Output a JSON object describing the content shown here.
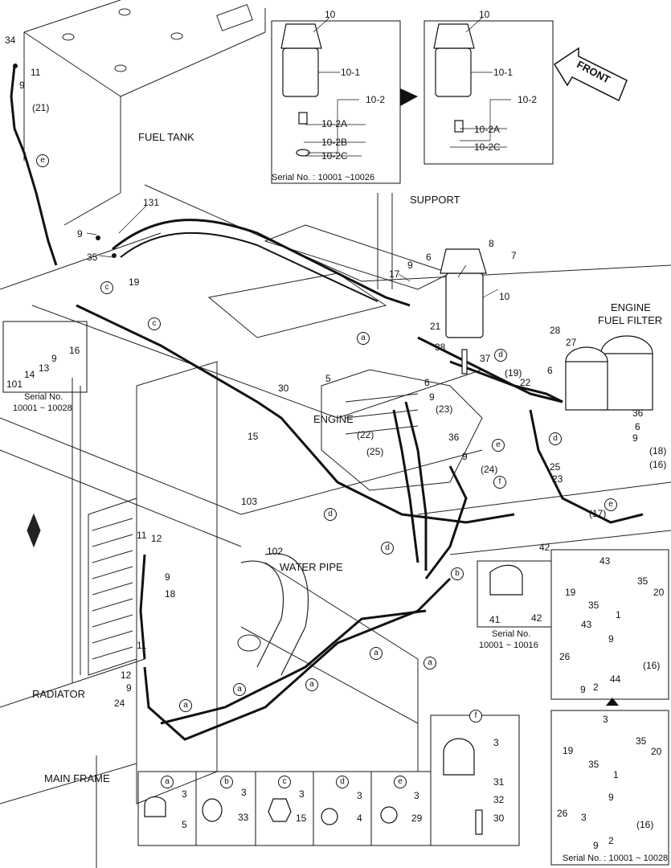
{
  "diagram": {
    "sections": {
      "fuel_tank": "FUEL TANK",
      "support": "SUPPORT",
      "engine": "ENGINE",
      "engine_fuel_filter_1": "ENGINE",
      "engine_fuel_filter_2": "FUEL FILTER",
      "water_pipe": "WATER PIPE",
      "radiator": "RADIATOR",
      "main_frame": "MAIN FRAME",
      "front": "FRONT"
    },
    "serials": {
      "top_left": "Serial No. : 10001 ~10026",
      "left_inset_1": "Serial No.",
      "left_inset_2": "10001 ~ 10028",
      "mid_inset_1": "Serial No.",
      "mid_inset_2": "10001 ~ 10016",
      "bottom_right": "Serial No. : 10001 ~ 10028"
    },
    "clamp_letters": [
      "a",
      "b",
      "c",
      "d",
      "e",
      "f"
    ],
    "labels": {
      "l10a": "10",
      "l10_1a": "10-1",
      "l10_2a": "10-2",
      "l10_2Aa": "10-2A",
      "l10_2Ba": "10-2B",
      "l10_2Ca": "10-2C",
      "l10b": "10",
      "l10_1b": "10-1",
      "l10_2b": "10-2",
      "l10_2Ab": "10-2A",
      "l10_2Cb": "10-2C",
      "l34": "34",
      "l11a": "11",
      "l9a": "9",
      "l21a": "(21)",
      "l131": "131",
      "l9b": "9",
      "l35a": "35",
      "l19a": "19",
      "l16a": "16",
      "l9c": "9",
      "l13": "13",
      "l14": "14",
      "l101": "101",
      "l17a": "17",
      "l9d": "9",
      "l6a": "6",
      "l8": "8",
      "l7": "7",
      "l10c": "10",
      "l21b": "21",
      "l38": "38",
      "l37": "37",
      "l28": "28",
      "l27": "27",
      "l30a": "30",
      "l5": "5",
      "l15": "15",
      "l6b": "6",
      "l9e": "9",
      "l23a": "(23)",
      "l22a": "(22)",
      "l25a": "(25)",
      "l36a": "36",
      "l9f": "9",
      "l24a": "(24)",
      "l19b": "(19)",
      "l22b": "22",
      "l6c": "6",
      "l36b": "36",
      "l6d": "6",
      "l9g": "9",
      "l18a": "(18)",
      "l16b": "(16)",
      "l25b": "25",
      "l23b": "23",
      "l17b": "(17)",
      "l103": "103",
      "l102": "102",
      "l42a": "42",
      "l11b": "11",
      "l12a": "12",
      "l9h": "9",
      "l18b": "18",
      "l11c": "11",
      "l12b": "12",
      "l9i": "9",
      "l24b": "24",
      "l41": "41",
      "l42b": "42",
      "l43a": "43",
      "l19c": "19",
      "l35b": "35",
      "l35c": "35",
      "l20a": "20",
      "l1a": "1",
      "l43b": "43",
      "l9j": "9",
      "l26a": "26",
      "l9k": "9",
      "l2a": "2",
      "l44": "44",
      "l16c": "(16)",
      "l3a": "3",
      "l19d": "19",
      "l35d": "35",
      "l35e": "35",
      "l20b": "20",
      "l1b": "1",
      "l9l": "9",
      "l26b": "26",
      "l3b": "3",
      "l9m": "9",
      "l2b": "2",
      "l16d": "(16)",
      "l3c": "3",
      "l31": "31",
      "l32": "32",
      "l30b": "30",
      "ka3": "3",
      "ka5": "5",
      "kb3": "3",
      "kb33": "33",
      "kc3": "3",
      "kc15": "15",
      "kd3": "3",
      "kd4": "4",
      "ke3": "3",
      "ke29": "29"
    }
  }
}
